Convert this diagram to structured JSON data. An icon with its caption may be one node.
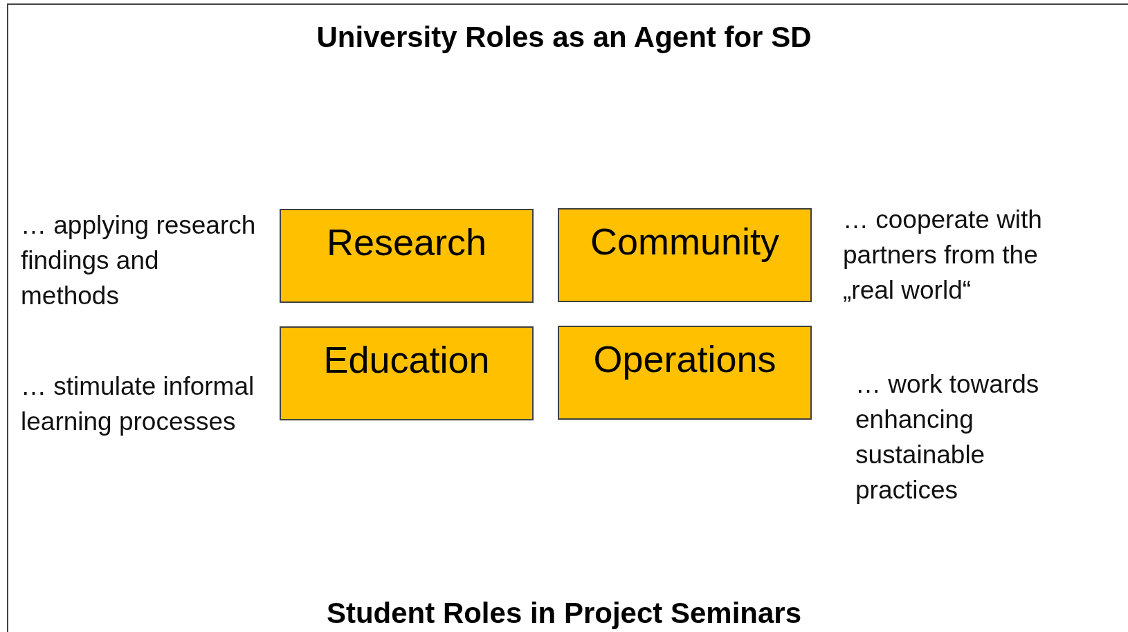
{
  "diagram": {
    "title": "University Roles as an Agent for SD",
    "nodes": [
      {
        "text": [
          "Research"
        ],
        "beside": [
          "… applying research findings and methods"
        ]
      },
      {
        "text": [
          "Community"
        ],
        "beside": [
          "… cooperate with partners from the „real world“"
        ]
      },
      {
        "text": [
          "Education"
        ],
        "beside": [
          "… stimulate informal learning processes"
        ]
      },
      {
        "text": [
          "Operations"
        ],
        "beside": [
          "… work towards enhancing sustainable practices"
        ]
      }
    ],
    "caption": "Student Roles in Project Seminars"
  }
}
